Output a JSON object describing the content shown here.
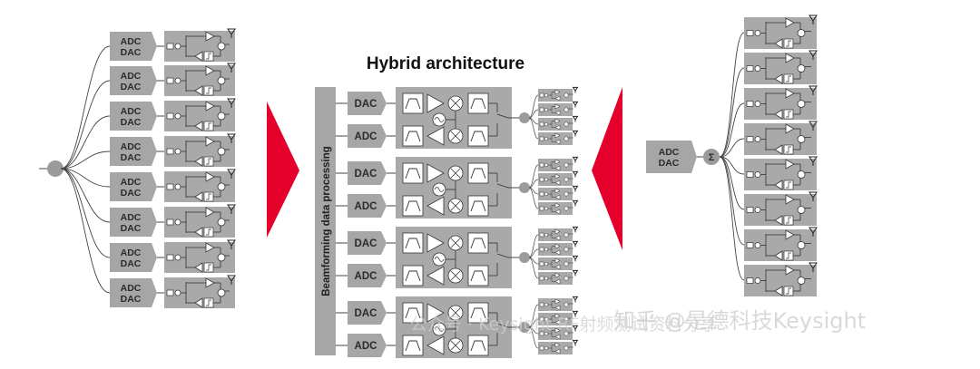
{
  "title": "Hybrid architecture",
  "dsp_label": "Beamforming data processing",
  "adc_dac_label": [
    "ADC",
    "DAC"
  ],
  "dac_label": "DAC",
  "adc_label": "ADC",
  "sum_symbol": "Σ",
  "watermark": "知乎 @是德科技Keysight",
  "watermark2": "公众号 · Keysight RF射频测试资料分享",
  "colors": {
    "block": "#a6a6a6",
    "accent": "#e4002b",
    "line": "#555555",
    "module_bg": "#a9a9a9"
  },
  "icons": [
    "antenna-icon",
    "amplifier-icon",
    "mixer-icon",
    "filter-icon",
    "oscillator-icon",
    "splitter-icon",
    "summer-icon",
    "arrow-right-icon",
    "arrow-left-icon"
  ]
}
